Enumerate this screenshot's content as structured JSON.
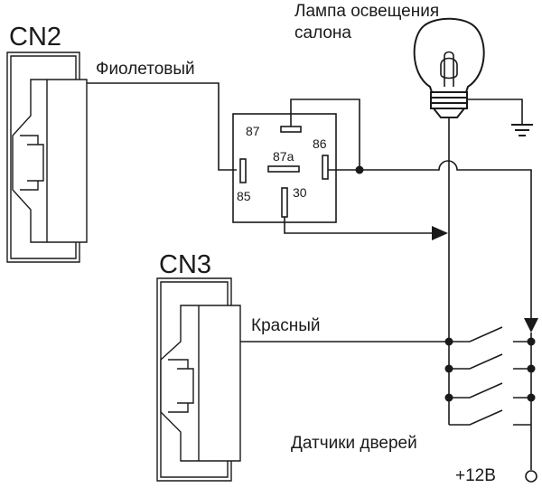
{
  "connectors": {
    "cn2": "CN2",
    "cn3": "CN3"
  },
  "wires": {
    "violet": "Фиолетовый",
    "red": "Красный"
  },
  "lamp": {
    "label_line1": "Лампа освещения",
    "label_line2": "салона"
  },
  "relay": {
    "pin_87": "87",
    "pin_87a": "87a",
    "pin_86": "86",
    "pin_85": "85",
    "pin_30": "30"
  },
  "sensors": {
    "label": "Датчики  дверей"
  },
  "power": {
    "label": "+12В"
  }
}
